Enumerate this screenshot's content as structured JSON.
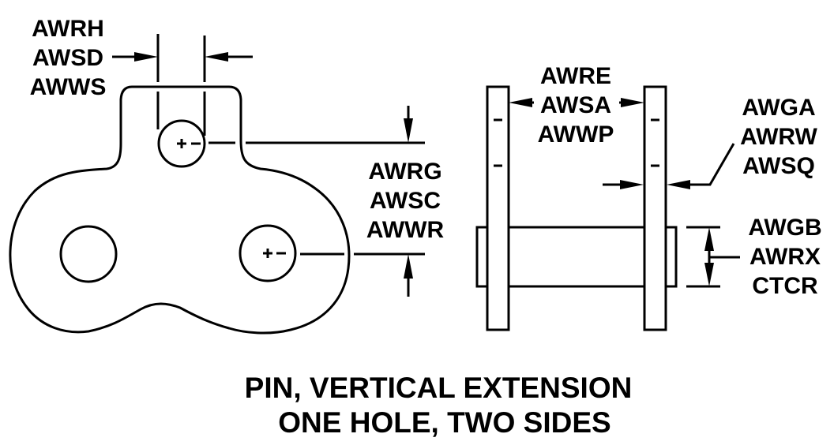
{
  "figure": {
    "title_lines": [
      "PIN, VERTICAL EXTENSION",
      "ONE HOLE, TWO SIDES"
    ],
    "colors": {
      "ink": "#000000",
      "background": "#ffffff"
    }
  },
  "front_view": {
    "description": "Chain link plate with vertical extension tab containing one hole",
    "labels": {
      "extension_hole_width": [
        "AWRH",
        "AWSD",
        "AWWS"
      ],
      "hole_center_distance": [
        "AWRG",
        "AWSC",
        "AWWR"
      ]
    }
  },
  "side_view": {
    "description": "Two side plates joined by a pin",
    "labels": {
      "inside_width": [
        "AWRE",
        "AWSA",
        "AWWP"
      ],
      "plate_thickness": [
        "AWGA",
        "AWRW",
        "AWSQ"
      ],
      "pin_diameter": [
        "AWGB",
        "AWRX",
        "CTCR"
      ]
    }
  }
}
